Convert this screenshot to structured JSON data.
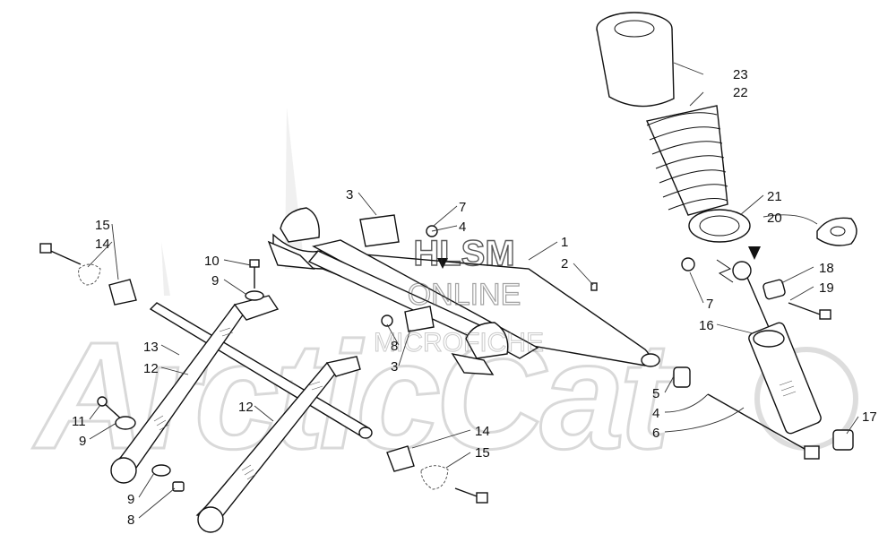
{
  "watermark": {
    "logo_text": "ArcticCat",
    "overlay_line1": "HLSM",
    "overlay_line2": "ONLINE",
    "overlay_line3": "MICROFICHE"
  },
  "callouts": {
    "c1": "1",
    "c2": "2",
    "c3a": "3",
    "c3b": "3",
    "c4a": "4",
    "c4b": "4",
    "c5": "5",
    "c6": "6",
    "c7a": "7",
    "c7b": "7",
    "c8a": "8",
    "c8b": "8",
    "c9a": "9",
    "c9b": "9",
    "c9c": "9",
    "c10": "10",
    "c11": "11",
    "c12a": "12",
    "c12b": "12",
    "c13": "13",
    "c14a": "14",
    "c14b": "14",
    "c15a": "15",
    "c15b": "15",
    "c16": "16",
    "c17": "17",
    "c18": "18",
    "c19": "19",
    "c20": "20",
    "c21": "21",
    "c22": "22",
    "c23": "23"
  }
}
